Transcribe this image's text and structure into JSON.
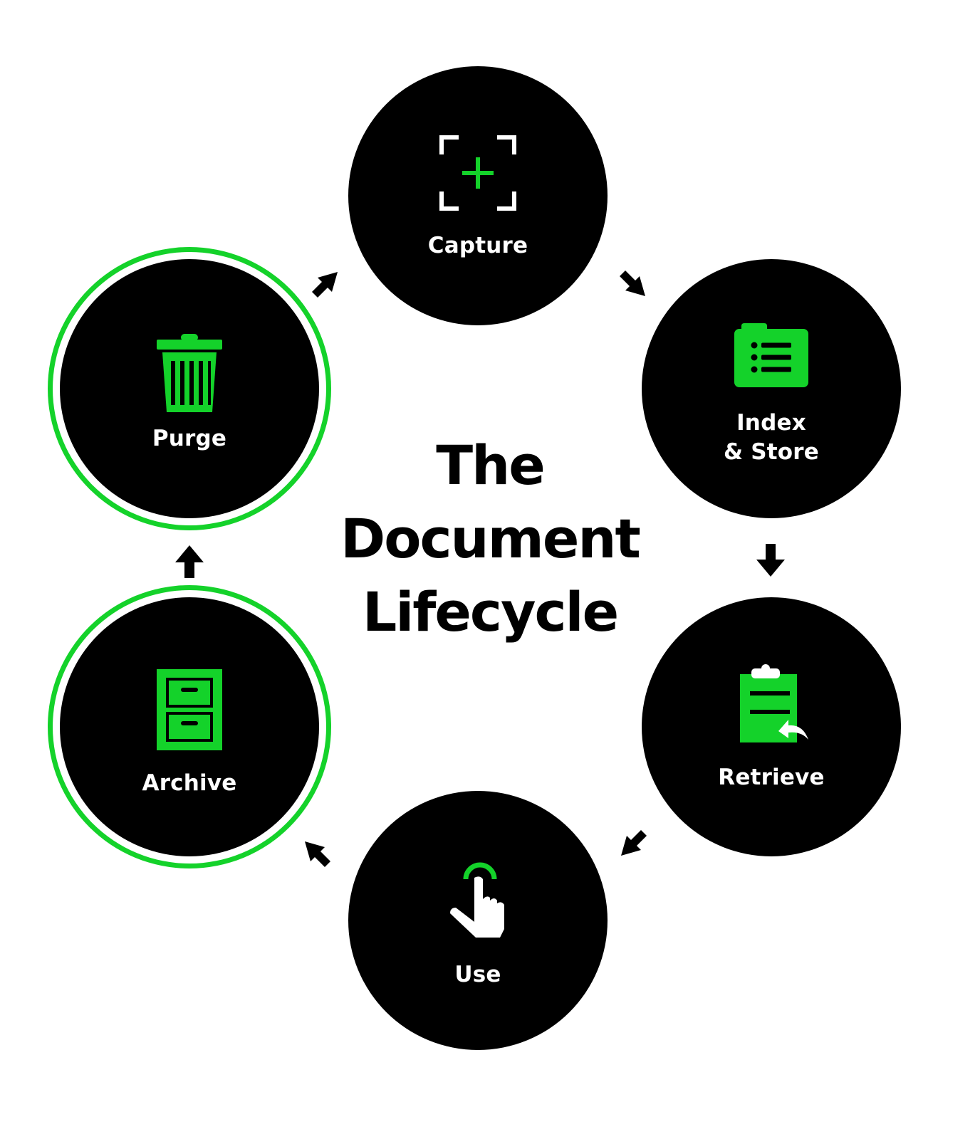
{
  "title": {
    "line1": "The",
    "line2": "Document",
    "line3": "Lifecycle"
  },
  "stages": {
    "capture": {
      "label": "Capture",
      "icon": "capture-plus-icon"
    },
    "index_store": {
      "label_line1": "Index",
      "label_line2": "& Store",
      "icon": "folder-list-icon"
    },
    "retrieve": {
      "label": "Retrieve",
      "icon": "clipboard-return-icon"
    },
    "use": {
      "label": "Use",
      "icon": "hand-tap-icon"
    },
    "archive": {
      "label": "Archive",
      "icon": "filing-cabinet-icon"
    },
    "purge": {
      "label": "Purge",
      "icon": "trash-icon"
    }
  },
  "colors": {
    "accent": "#14d22a",
    "circle": "#000000",
    "background": "#ffffff",
    "text_on_circle": "#ffffff"
  }
}
